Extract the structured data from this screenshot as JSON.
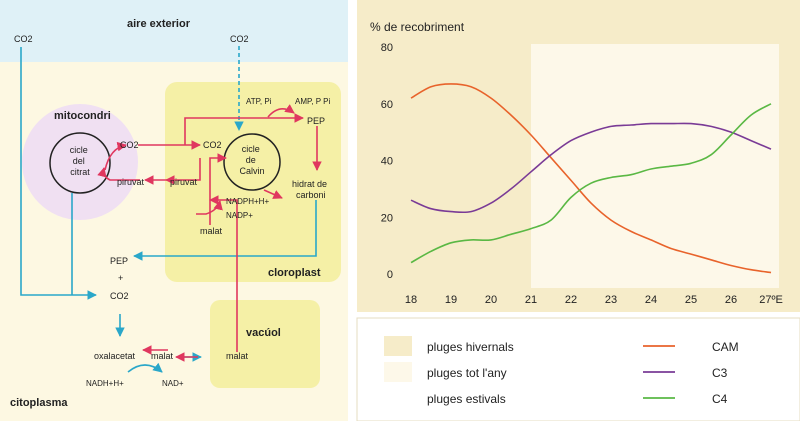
{
  "diagram": {
    "zones": {
      "outside": "aire exterior",
      "mitochondrion": "mitocondri",
      "chloroplast": "cloroplast",
      "vacuole": "vacúol",
      "cytoplasm": "citoplasma"
    },
    "labels": {
      "co2_left": "CO2",
      "co2_top": "CO2",
      "krebs": [
        "cicle",
        "del",
        "citrat"
      ],
      "mito_co2": "CO2",
      "mito_pyruvate": "piruvat",
      "pyruvate": "piruvat",
      "atp_pi": "ATP, Pi",
      "amp_ppi": "AMP, P Pi",
      "pep_chloro": "PEP",
      "calvin_co2": "CO2",
      "calvin": [
        "cicle",
        "de",
        "Calvin"
      ],
      "carbohydrate": [
        "hidrat de",
        "carboni"
      ],
      "nadph": "NADPH+H+",
      "nadp": "NADP+",
      "malate_chloro": "malat",
      "pep_cyto": "PEP",
      "plus": "+",
      "co2_cyto": "CO2",
      "oxaloacetate": "oxalacetat",
      "malate_cyto": "malat",
      "malate_vacuole": "malat",
      "nadh": "NADH+H+",
      "nad": "NAD+"
    }
  },
  "chart_data": {
    "type": "line",
    "title": "% de recobriment",
    "x": [
      18,
      19,
      20,
      21,
      22,
      23,
      24,
      25,
      26,
      27
    ],
    "x_tick_labels": [
      "18",
      "19",
      "20",
      "21",
      "22",
      "23",
      "24",
      "25",
      "26",
      "27ºE"
    ],
    "ylim": [
      0,
      80
    ],
    "y_ticks": [
      0,
      20,
      40,
      60,
      80
    ],
    "grid": false,
    "regions": [
      {
        "label": "pluges hivernals",
        "x_from": 18,
        "x_to": 21,
        "color": "#f6ecc9"
      },
      {
        "label": "pluges tot l'any",
        "x_from": 21,
        "x_to": 27.2,
        "color": "#fdf8e9"
      }
    ],
    "series": [
      {
        "name": "CAM",
        "color": "#e8632b",
        "points": [
          [
            18,
            62
          ],
          [
            18.5,
            66
          ],
          [
            19,
            67
          ],
          [
            19.5,
            66
          ],
          [
            20,
            62
          ],
          [
            20.5,
            56
          ],
          [
            21,
            49
          ],
          [
            21.5,
            41
          ],
          [
            22,
            33
          ],
          [
            22.5,
            25
          ],
          [
            23,
            19
          ],
          [
            23.5,
            15
          ],
          [
            24,
            12
          ],
          [
            24.5,
            9
          ],
          [
            25,
            7
          ],
          [
            25.5,
            5
          ],
          [
            26,
            3
          ],
          [
            26.5,
            1.5
          ],
          [
            27,
            0.5
          ]
        ]
      },
      {
        "name": "C3",
        "color": "#7a3b96",
        "points": [
          [
            18,
            26
          ],
          [
            18.5,
            23
          ],
          [
            19,
            22
          ],
          [
            19.5,
            22
          ],
          [
            20,
            25
          ],
          [
            20.5,
            30
          ],
          [
            21,
            36
          ],
          [
            21.5,
            42
          ],
          [
            22,
            47
          ],
          [
            22.5,
            50
          ],
          [
            23,
            52
          ],
          [
            23.5,
            52.5
          ],
          [
            24,
            53
          ],
          [
            24.5,
            53
          ],
          [
            25,
            53
          ],
          [
            25.5,
            52
          ],
          [
            26,
            50
          ],
          [
            26.5,
            47
          ],
          [
            27,
            44
          ]
        ]
      },
      {
        "name": "C4",
        "color": "#5ab844",
        "points": [
          [
            18,
            4
          ],
          [
            18.5,
            8
          ],
          [
            19,
            11
          ],
          [
            19.5,
            12
          ],
          [
            20,
            12
          ],
          [
            20.5,
            14
          ],
          [
            21,
            16
          ],
          [
            21.5,
            19
          ],
          [
            22,
            27
          ],
          [
            22.5,
            32
          ],
          [
            23,
            34
          ],
          [
            23.5,
            35
          ],
          [
            24,
            37
          ],
          [
            24.5,
            38
          ],
          [
            25,
            39
          ],
          [
            25.5,
            42
          ],
          [
            26,
            49
          ],
          [
            26.5,
            56
          ],
          [
            27,
            60
          ]
        ]
      }
    ],
    "legend": {
      "regions": [
        "pluges hivernals",
        "pluges tot l'any",
        "pluges estivals"
      ],
      "series": [
        "CAM",
        "C3",
        "C4"
      ]
    }
  }
}
